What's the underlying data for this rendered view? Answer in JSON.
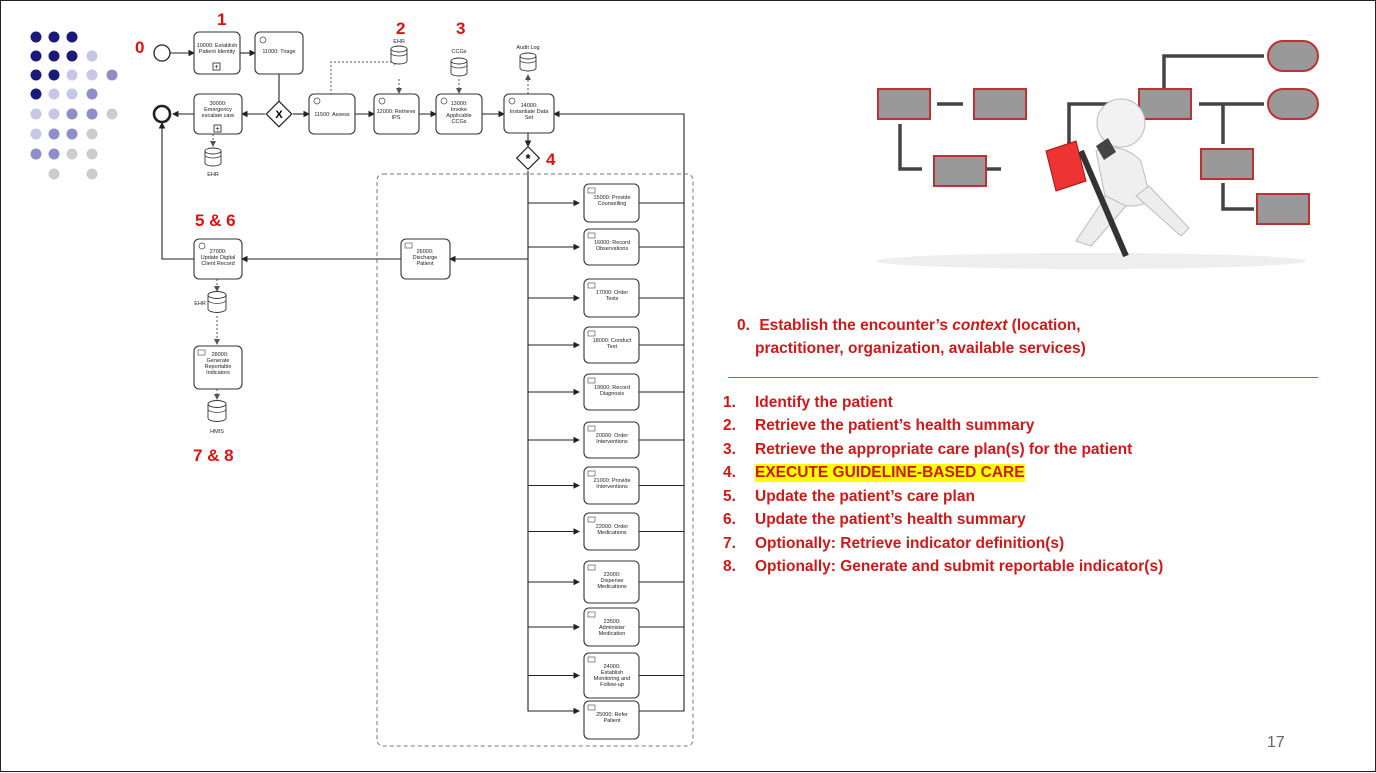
{
  "slide": {
    "page_number": "17",
    "context_item": {
      "num": "0.",
      "pre": "Establish the encounter’s ",
      "em": "context",
      "post": " (location,",
      "line2": "practitioner, organization, available services)"
    },
    "steps": [
      {
        "num": "1.",
        "text": "Identify the patient"
      },
      {
        "num": "2.",
        "text": "Retrieve the patient’s health summary"
      },
      {
        "num": "3.",
        "text": "Retrieve the appropriate care plan(s) for the patient"
      },
      {
        "num": "4.",
        "text": "EXECUTE GUIDELINE-BASED CARE",
        "highlight": true
      },
      {
        "num": "5.",
        "text": "Update the patient’s care plan"
      },
      {
        "num": "6.",
        "text": "Update the patient’s health summary"
      },
      {
        "num": "7.",
        "text": "Optionally: Retrieve indicator definition(s)"
      },
      {
        "num": "8.",
        "text": "Optionally: Generate and submit reportable indicator(s)"
      }
    ]
  },
  "diagram": {
    "markers": {
      "m0": "0",
      "m1": "1",
      "m2": "2",
      "m3": "3",
      "m4": "4",
      "m56": "5 & 6",
      "m78": "7 & 8"
    },
    "tasks": {
      "t10000": [
        "10000: Establish",
        "Patient Identity"
      ],
      "t11000": [
        "11000: Triage"
      ],
      "t11500": [
        "11500: Assess"
      ],
      "t12000": [
        "12000: Retrieve",
        "IPS"
      ],
      "t13000": [
        "13000:",
        "Invoke",
        "Applicable",
        "CCGs"
      ],
      "t14000": [
        "14000:",
        "Instantiate Data",
        "Set"
      ],
      "t30000": [
        "30000:",
        "Emergency",
        "escalate care"
      ],
      "t27000": [
        "27000:",
        "Update Digital",
        "Client Record"
      ],
      "t26000": [
        "26000:",
        "Discharge",
        "Patient"
      ],
      "t28000": [
        "28000:",
        "Generate",
        "Reportable",
        "Indicators"
      ]
    },
    "stores": {
      "ehr_top": "EHR",
      "ccgs": "CCGs",
      "audit": "Audit Log",
      "ehr_mid": "EHR",
      "ehr_low": "EHR",
      "hmis": "HMIS"
    },
    "sub_tasks": [
      [
        "15000: Provide",
        "Counselling"
      ],
      [
        "16000: Record",
        "Observations"
      ],
      [
        "17000: Order",
        "Tests"
      ],
      [
        "18000: Conduct",
        "Test"
      ],
      [
        "19000: Record",
        "Diagnosis"
      ],
      [
        "20000: Order",
        "Interventions"
      ],
      [
        "21000: Provide",
        "Interventions"
      ],
      [
        "22000: Order",
        "Medications"
      ],
      [
        "23000:",
        "Dispense",
        "Medications"
      ],
      [
        "23500:",
        "Administer",
        "Medication"
      ],
      [
        "24000:",
        "Establish",
        "Monitoring and",
        "Follow-up"
      ],
      [
        "25000: Refer",
        "Patient"
      ]
    ]
  }
}
